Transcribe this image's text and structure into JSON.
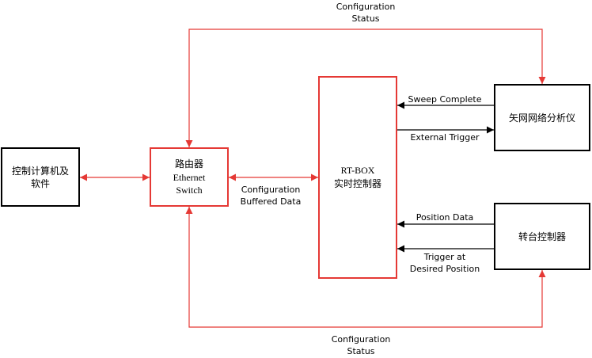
{
  "colors": {
    "red": "#e53935",
    "black": "#000000"
  },
  "nodes": {
    "pc": {
      "line1": "控制计算机及",
      "line2": "软件"
    },
    "router": {
      "line1": "路由器",
      "line2": "Ethernet",
      "line3": "Switch"
    },
    "rtbox": {
      "line1": "RT-BOX",
      "line2": "实时控制器"
    },
    "vna": {
      "label": "矢网网络分析仪"
    },
    "turntable": {
      "label": "转台控制器"
    }
  },
  "labels": {
    "top_line1": "Configuration",
    "top_line2": "Status",
    "bottom_line1": "Configuration",
    "bottom_line2": "Status",
    "mid_line1": "Configuration",
    "mid_line2": "Buffered Data",
    "sweep_complete": "Sweep Complete",
    "external_trigger": "External Trigger",
    "position_data": "Position Data",
    "trigger_line1": "Trigger at",
    "trigger_line2": "Desired Position"
  }
}
